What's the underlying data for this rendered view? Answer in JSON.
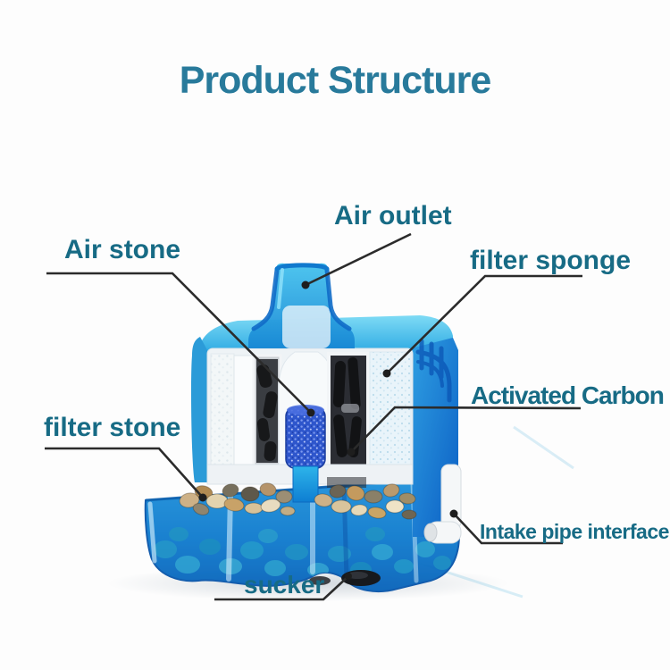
{
  "title": "Product Structure",
  "labels": {
    "air_outlet": "Air outlet",
    "air_stone": "Air stone",
    "filter_sponge": "filter sponge",
    "activated_carbon": "Activated Carbon",
    "filter_stone": "filter stone",
    "intake_pipe_interface": "Intake pipe interface",
    "sucker": "sucker"
  },
  "colors": {
    "title_teal": "#287a9b",
    "label_teal": "#176b85",
    "leader_line": "#2b2b2b",
    "body_cyan": "#49c0ec",
    "body_deep_blue": "#0d5fc0",
    "tray_blue": "#1790d8",
    "air_stone_blue": "#2e56cc",
    "carbon_black": "#1a1a1c",
    "pebble_tan": "#c9a265",
    "teal_pebble": "#35bcd4",
    "sponge_white": "#f2f6f8",
    "pipe_white": "#f4f6f7"
  }
}
